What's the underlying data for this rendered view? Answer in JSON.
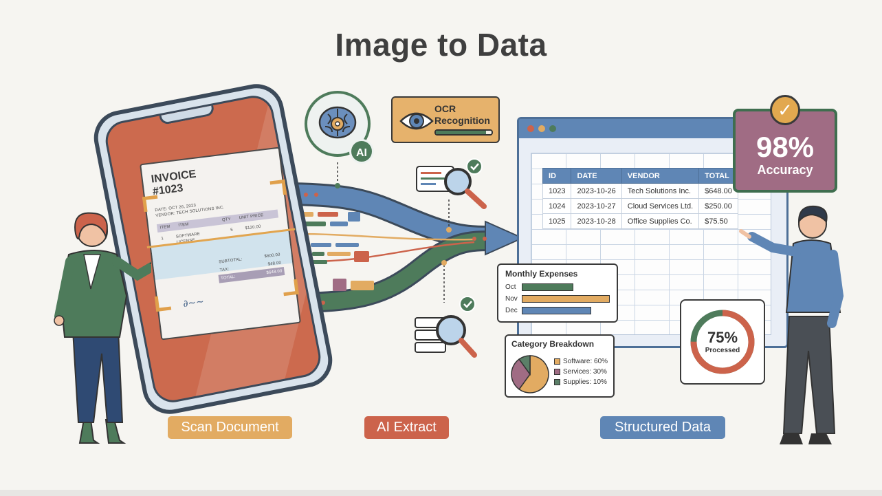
{
  "title": "Image to Data",
  "invoice": {
    "title": "INVOICE",
    "number": "#1023",
    "date_line": "DATE: OCT 26, 2023",
    "vendor_line": "VENDOR: TECH SOLUTIONS INC.",
    "columns": [
      "ITEM",
      "ITEM",
      "QTY",
      "UNIT PRICE"
    ],
    "item_row": [
      "1",
      "SOFTWARE LICENSE",
      "5",
      "$120.00"
    ],
    "subtotal_label": "SUBTOTAL:",
    "subtotal_value": "$600.00",
    "tax_label": "TAX:",
    "tax_value": "$48.00",
    "total_label": "TOTAL:",
    "total_value": "$648.00"
  },
  "ai_badge": {
    "label": "AI",
    "icon": "brain-gear-icon"
  },
  "ocr": {
    "line1": "OCR",
    "line2": "Recognition",
    "icon": "eye-icon",
    "progress": 0.9
  },
  "table": {
    "headers": [
      "ID",
      "DATE",
      "VENDOR",
      "TOTAL"
    ],
    "rows": [
      [
        "1023",
        "2023-10-26",
        "Tech Solutions Inc.",
        "$648.00"
      ],
      [
        "1024",
        "2023-10-27",
        "Cloud Services Ltd.",
        "$250.00"
      ],
      [
        "1025",
        "2023-10-28",
        "Office Supplies Co.",
        "$75.50"
      ]
    ]
  },
  "accuracy": {
    "value": "98%",
    "label": "Accuracy",
    "icon": "checkmark-icon"
  },
  "monthly": {
    "title": "Monthly Expenses",
    "rows": [
      {
        "label": "Oct",
        "value": 0.58,
        "color": "#4e7b5b"
      },
      {
        "label": "Nov",
        "value": 1.0,
        "color": "#e2ab62"
      },
      {
        "label": "Dec",
        "value": 0.78,
        "color": "#5f86b5"
      }
    ]
  },
  "category": {
    "title": "Category Breakdown",
    "slices": [
      {
        "label": "Software: 60%",
        "value": 60,
        "color": "#e2ab62"
      },
      {
        "label": "Services: 30%",
        "value": 30,
        "color": "#a06c84"
      },
      {
        "label": "Supplies: 10%",
        "value": 10,
        "color": "#5b7f68"
      }
    ]
  },
  "processed": {
    "value": "75%",
    "label": "Processed",
    "fraction": 0.75
  },
  "steps": {
    "scan": "Scan Document",
    "extract": "AI Extract",
    "structured": "Structured Data"
  },
  "colors": {
    "blue": "#5f86b5",
    "green": "#4e7b5b",
    "orange": "#e2ab62",
    "red": "#cc634b",
    "purple": "#a06c84"
  }
}
